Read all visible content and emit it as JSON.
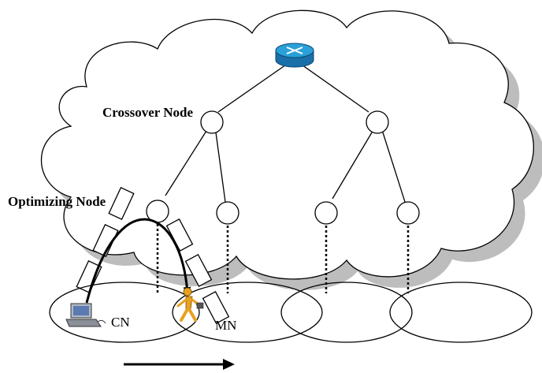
{
  "labels": {
    "crossover_node": "Crossover Node",
    "optimizing_node": "Optimizing Node",
    "cn": "CN",
    "mn": "MN"
  },
  "icons": {
    "router": "router-icon",
    "laptop": "laptop-icon",
    "person": "walking-person-icon"
  },
  "colors": {
    "router_top": "#2aa0d8",
    "router_body": "#1a6fa8",
    "cloud_shadow": "#bdbdbd",
    "line": "#000000",
    "person": "#e8a020"
  }
}
